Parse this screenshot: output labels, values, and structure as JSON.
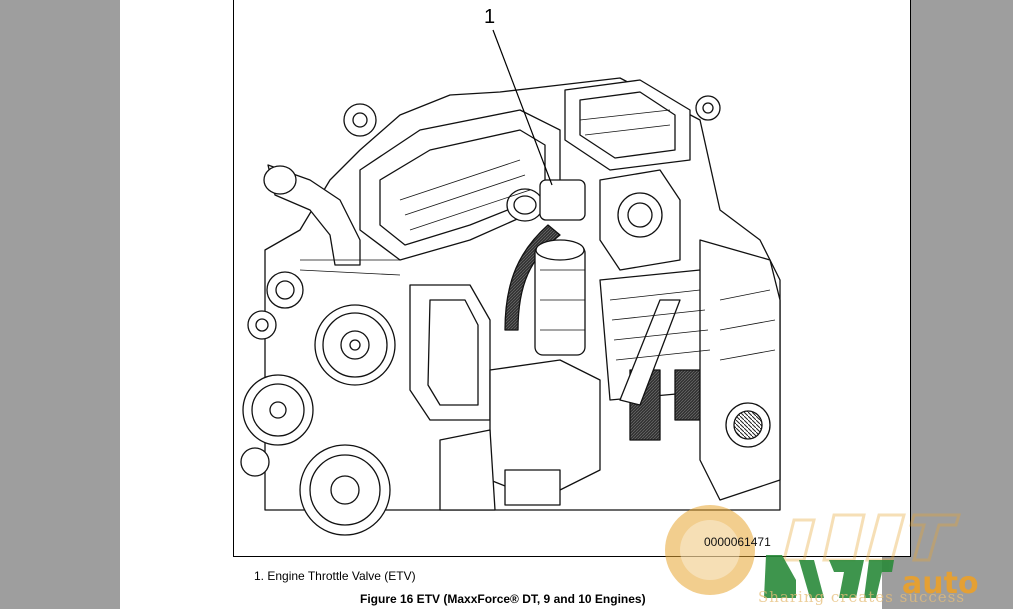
{
  "callout": {
    "number": "1"
  },
  "figure": {
    "id": "0000061471",
    "legend_item": "1. Engine Throttle Valve (ETV)",
    "caption": "Figure 16    ETV (MaxxForce® DT, 9 and 10 Engines)"
  },
  "watermark": {
    "tagline": "Sharing creates success",
    "word": "auto",
    "brand_color": "#e8a531"
  }
}
